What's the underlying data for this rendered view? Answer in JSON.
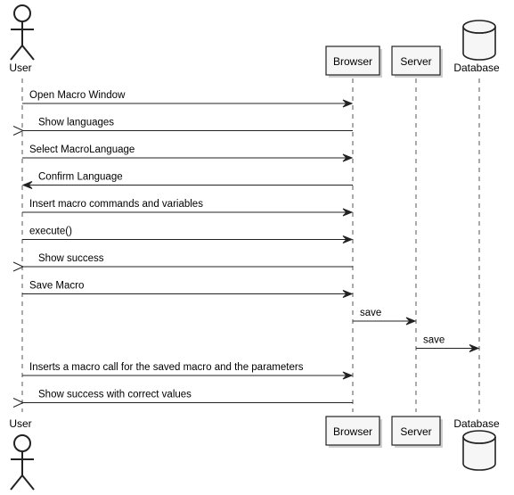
{
  "participants": [
    {
      "id": "user",
      "label": "User",
      "kind": "actor"
    },
    {
      "id": "browser",
      "label": "Browser",
      "kind": "participant"
    },
    {
      "id": "server",
      "label": "Server",
      "kind": "participant"
    },
    {
      "id": "database",
      "label": "Database",
      "kind": "database"
    }
  ],
  "messages": [
    {
      "from": "user",
      "to": "browser",
      "text": "Open Macro Window",
      "style": "sync"
    },
    {
      "from": "browser",
      "to": "user",
      "text": "Show languages",
      "style": "open"
    },
    {
      "from": "user",
      "to": "browser",
      "text": "Select MacroLanguage",
      "style": "sync"
    },
    {
      "from": "browser",
      "to": "user",
      "text": "Confirm Language",
      "style": "sync"
    },
    {
      "from": "user",
      "to": "browser",
      "text": "Insert macro commands and variables",
      "style": "sync"
    },
    {
      "from": "user",
      "to": "browser",
      "text": "execute()",
      "style": "sync"
    },
    {
      "from": "browser",
      "to": "user",
      "text": "Show success",
      "style": "open"
    },
    {
      "from": "user",
      "to": "browser",
      "text": "Save Macro",
      "style": "sync"
    },
    {
      "from": "browser",
      "to": "server",
      "text": "save",
      "style": "sync"
    },
    {
      "from": "server",
      "to": "database",
      "text": "save",
      "style": "sync"
    },
    {
      "from": "user",
      "to": "browser",
      "text": "Inserts a macro call for the saved macro and the parameters",
      "style": "sync"
    },
    {
      "from": "browser",
      "to": "user",
      "text": "Show success with correct values",
      "style": "open"
    }
  ]
}
